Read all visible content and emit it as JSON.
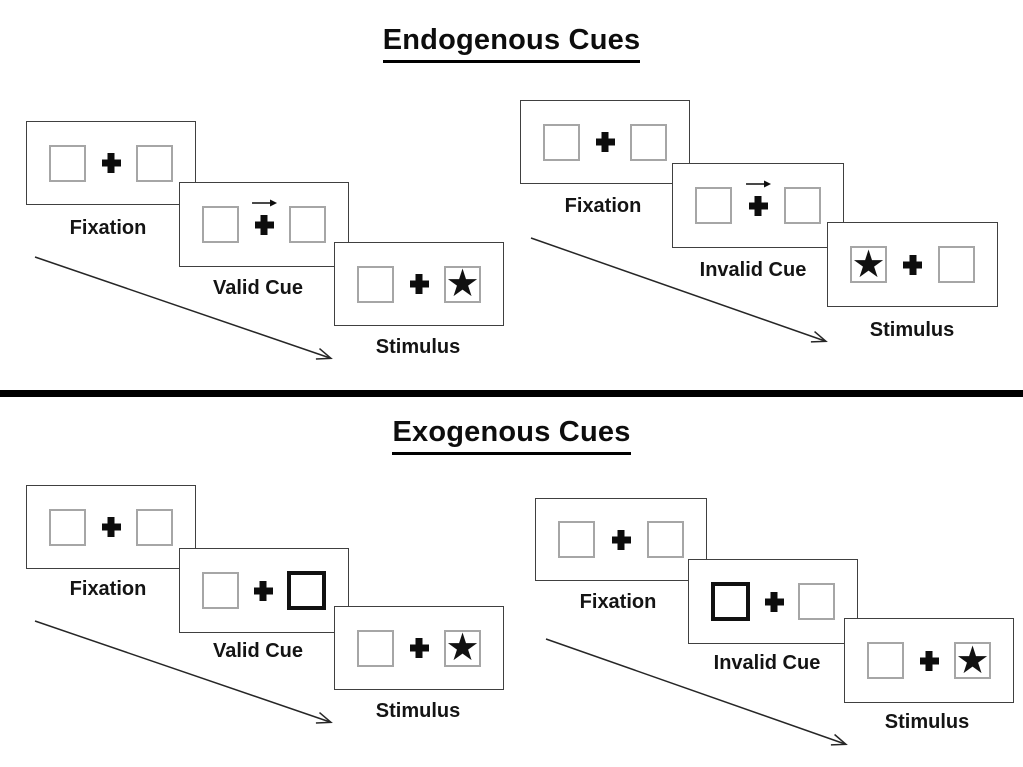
{
  "figure": {
    "glyphs": {
      "star": "★"
    },
    "colors": {
      "background": "#ffffff",
      "ink": "#000000",
      "panel_border": "#404040",
      "box_border": "#a6a6a6",
      "bold_box_border": "#111111",
      "divider": "#000000",
      "flow_arrow": "#262626"
    },
    "sections": [
      {
        "title": "Endogenous Cues",
        "groups": [
          {
            "name": "valid",
            "cue_style": "arrow-right",
            "panels": [
              {
                "label": "Fixation",
                "type": "fixation"
              },
              {
                "label": "Valid Cue",
                "type": "arrow-cue",
                "arrow_direction": "right"
              },
              {
                "label": "Stimulus",
                "type": "stimulus",
                "star_side": "right"
              }
            ]
          },
          {
            "name": "invalid",
            "cue_style": "arrow-right",
            "panels": [
              {
                "label": "Fixation",
                "type": "fixation"
              },
              {
                "label": "Invalid Cue",
                "type": "arrow-cue",
                "arrow_direction": "right"
              },
              {
                "label": "Stimulus",
                "type": "stimulus",
                "star_side": "left"
              }
            ]
          }
        ]
      },
      {
        "title": "Exogenous Cues",
        "groups": [
          {
            "name": "valid",
            "cue_style": "bold-box",
            "panels": [
              {
                "label": "Fixation",
                "type": "fixation"
              },
              {
                "label": "Valid Cue",
                "type": "box-cue",
                "bold_side": "right"
              },
              {
                "label": "Stimulus",
                "type": "stimulus",
                "star_side": "right"
              }
            ]
          },
          {
            "name": "invalid",
            "cue_style": "bold-box",
            "panels": [
              {
                "label": "Fixation",
                "type": "fixation"
              },
              {
                "label": "Invalid Cue",
                "type": "box-cue",
                "bold_side": "left"
              },
              {
                "label": "Stimulus",
                "type": "stimulus",
                "star_side": "right"
              }
            ]
          }
        ]
      }
    ]
  }
}
